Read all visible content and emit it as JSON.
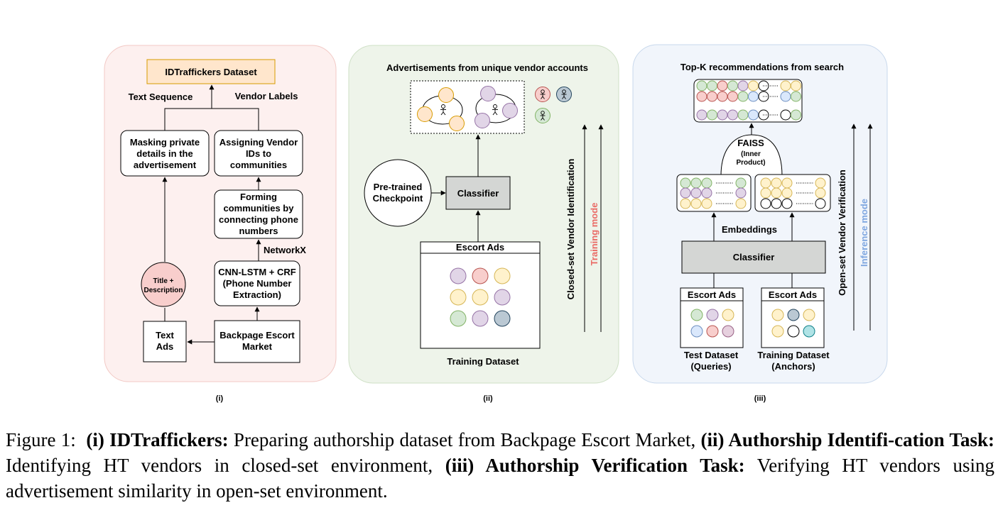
{
  "panel1": {
    "dataset_title": "IDTraffickers Dataset",
    "text_sequence": "Text Sequence",
    "vendor_labels": "Vendor Labels",
    "masking": [
      "Masking private",
      "details in the",
      "advertisement"
    ],
    "assigning": [
      "Assigning Vendor",
      "IDs to",
      "communities"
    ],
    "forming": [
      "Forming",
      "communities by",
      "connecting phone",
      "numbers"
    ],
    "networkx": "NetworkX",
    "cnn": [
      "CNN-LSTM + CRF",
      "(Phone Number",
      "Extraction)"
    ],
    "title_desc": [
      "Title +",
      "Description"
    ],
    "text_ads": [
      "Text",
      "Ads"
    ],
    "backpage": [
      "Backpage Escort",
      "Market"
    ],
    "label": "(i)"
  },
  "panel2": {
    "title": "Advertisements from unique vendor accounts",
    "pretrained": [
      "Pre-trained",
      "Checkpoint"
    ],
    "classifier": "Classifier",
    "escort_ads": "Escort Ads",
    "training_dataset": "Training Dataset",
    "vertical_label": "Closed-set Vendor Identification",
    "mode_label": "Training mode",
    "label": "(ii)"
  },
  "panel3": {
    "title": "Top-K recommendations from search",
    "faiss": "FAISS",
    "faiss_sub": [
      "(Inner",
      "Product)"
    ],
    "embeddings": "Embeddings",
    "classifier": "Classifier",
    "escort_ads_left": "Escort Ads",
    "escort_ads_right": "Escort Ads",
    "test_dataset": [
      "Test Dataset",
      "(Queries)"
    ],
    "training_dataset": [
      "Training Dataset",
      "(Anchors)"
    ],
    "vertical_label": "Open-set Vendor Verification",
    "mode_label": "Inference mode",
    "label": "(iii)"
  },
  "colors": {
    "green": "#d5e8d4",
    "green_s": "#82b366",
    "purple": "#e1d5e7",
    "purple_s": "#9673a6",
    "red": "#f8cecc",
    "red_s": "#b85450",
    "yellow": "#fff2cc",
    "yellow_s": "#d6b656",
    "blue": "#dae8fc",
    "blue_s": "#6c8ebf",
    "grey": "#bac8d3",
    "grey_s": "#23445d",
    "magenta": "#e6d0de",
    "magenta_s": "#996185",
    "teal": "#b0e3e6",
    "teal_s": "#0e8088",
    "training_mode": "#ea6b66",
    "inference_mode": "#7ea6e0"
  },
  "caption": {
    "prefix": "Figure 1:",
    "p1_bold": "(i) IDTraffickers:",
    "p1_text": "Preparing authorship dataset from Backpage Escort Market,",
    "p2_bold": "(ii) Authorship Identifi-cation Task:",
    "p2_text": "Identifying HT vendors in closed-set environment,",
    "p3_bold": "(iii) Authorship Verification Task:",
    "p3_text": "Verifying HT vendors using advertisement similarity in open-set environment."
  }
}
